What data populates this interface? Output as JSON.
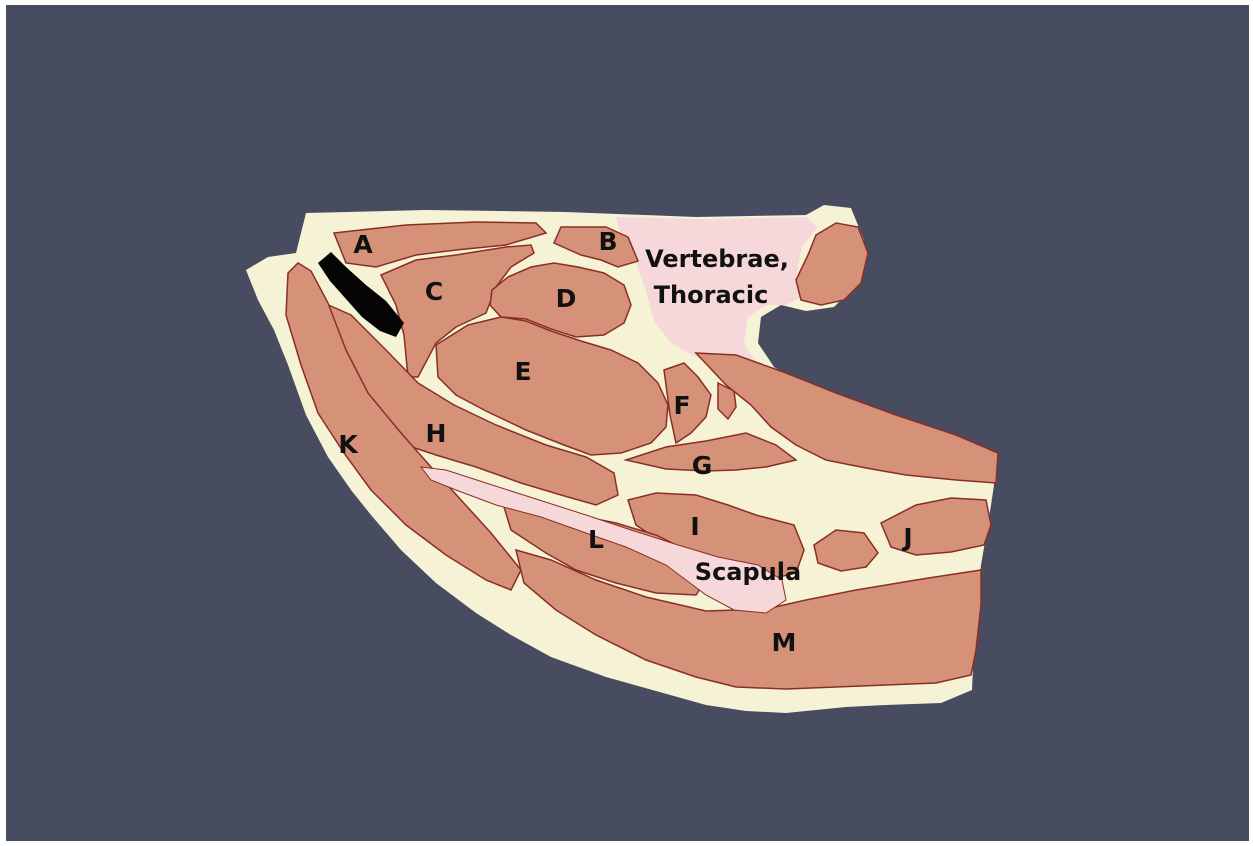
{
  "colors": {
    "background": "#484c60",
    "fat": "#f5f2d6",
    "muscle": "#d69278",
    "muscle_outline": "#8a2e24",
    "bone": "#f7d8da",
    "dark_structure": "#050505",
    "label": "#111111"
  },
  "labels": {
    "a": "A",
    "b": "B",
    "c": "C",
    "d": "D",
    "e": "E",
    "f": "F",
    "g": "G",
    "h": "H",
    "i": "I",
    "j": "J",
    "k": "K",
    "l": "L",
    "m": "M",
    "vertebrae_line1": "Vertebrae,",
    "vertebrae_line2": "Thoracic",
    "scapula": "Scapula"
  }
}
